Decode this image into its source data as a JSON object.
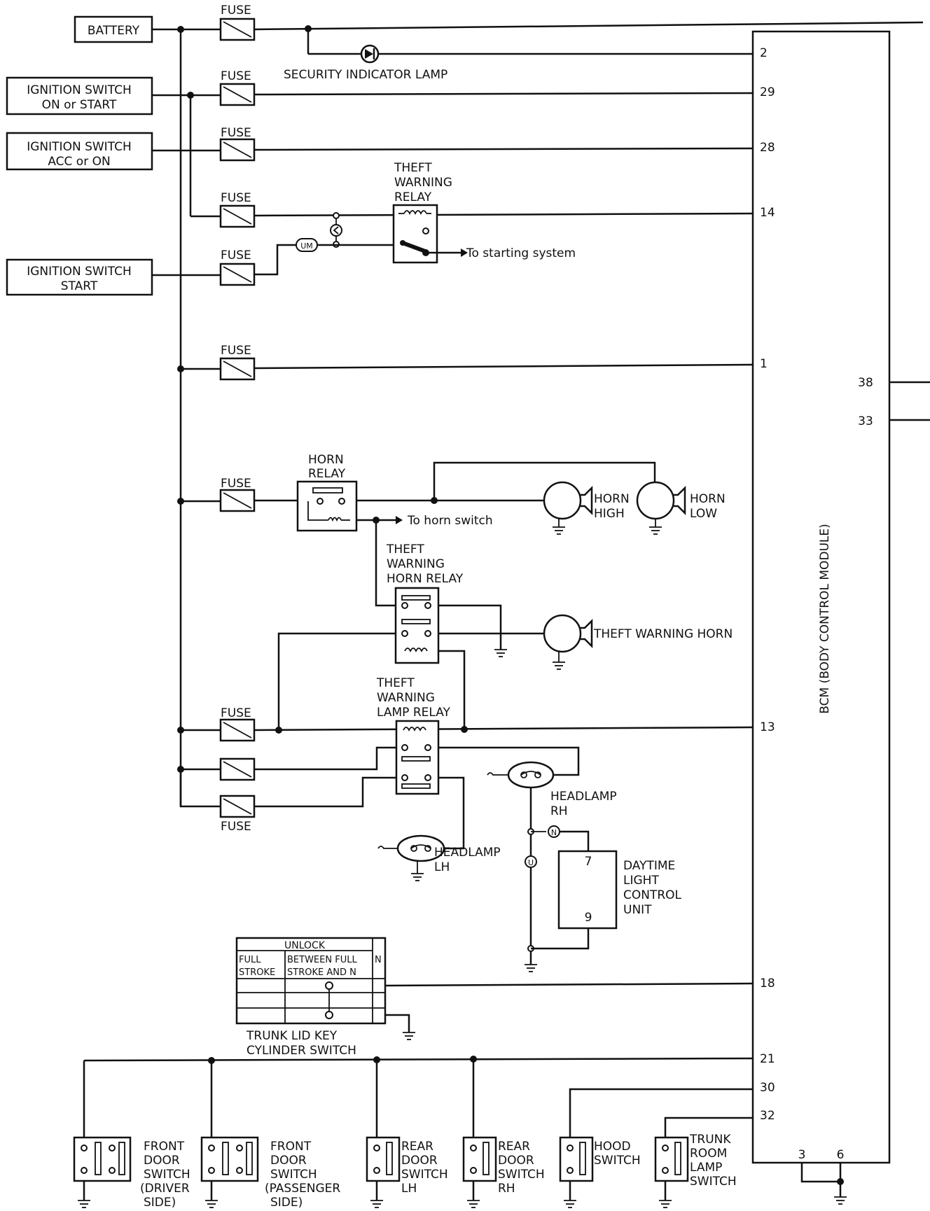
{
  "title": "",
  "sources": {
    "battery": "BATTERY",
    "ign_on_start_1": "IGNITION SWITCH",
    "ign_on_start_2": "ON or START",
    "ign_acc_on_1": "IGNITION SWITCH",
    "ign_acc_on_2": "ACC or ON",
    "ign_start_1": "IGNITION SWITCH",
    "ign_start_2": "START"
  },
  "fuse_label": "FUSE",
  "security_lamp": "SECURITY INDICATOR LAMP",
  "theft_warning_relay": [
    "THEFT",
    "WARNING",
    "RELAY"
  ],
  "to_starting_system": "To starting system",
  "horn_relay": [
    "HORN",
    "RELAY"
  ],
  "to_horn_switch": "To horn switch",
  "horn_high": [
    "HORN",
    "HIGH"
  ],
  "horn_low": [
    "HORN",
    "LOW"
  ],
  "theft_warning_horn_relay": [
    "THEFT",
    "WARNING",
    "HORN RELAY"
  ],
  "theft_warning_horn": "THEFT WARNING HORN",
  "theft_warning_lamp_relay": [
    "THEFT",
    "WARNING",
    "LAMP RELAY"
  ],
  "headlamp_rh": [
    "HEADLAMP",
    "RH"
  ],
  "headlamp_lh": [
    "HEADLAMP",
    "LH"
  ],
  "daytime_light": [
    "DAYTIME",
    "LIGHT",
    "CONTROL",
    "UNIT"
  ],
  "dlcu_pins": [
    "7",
    "9"
  ],
  "connector_codes": [
    "UM",
    "N",
    "U"
  ],
  "trunk_table": {
    "header": "UNLOCK",
    "col1": [
      "FULL",
      "STROKE"
    ],
    "col2": [
      "BETWEEN FULL",
      "STROKE AND N"
    ],
    "col3": "N"
  },
  "trunk_lid_switch": [
    "TRUNK LID KEY",
    "CYLINDER SWITCH"
  ],
  "bcm_label": "BCM (BODY CONTROL MODULE)",
  "bcm_pins": {
    "p2": "2",
    "p29": "29",
    "p28": "28",
    "p14": "14",
    "p1": "1",
    "p13": "13",
    "p18": "18",
    "p21": "21",
    "p30": "30",
    "p32": "32",
    "p38": "38",
    "p33": "33",
    "p3": "3",
    "p6": "6"
  },
  "switches": {
    "front_driver": [
      "FRONT",
      "DOOR",
      "SWITCH",
      "(DRIVER",
      "SIDE)"
    ],
    "front_passenger": [
      "FRONT",
      "DOOR",
      "SWITCH",
      "(PASSENGER",
      "SIDE)"
    ],
    "rear_lh": [
      "REAR",
      "DOOR",
      "SWITCH",
      "LH"
    ],
    "rear_rh": [
      "REAR",
      "DOOR",
      "SWITCH",
      "RH"
    ],
    "hood": [
      "HOOD",
      "SWITCH"
    ],
    "trunk_room": [
      "TRUNK",
      "ROOM",
      "LAMP",
      "SWITCH"
    ]
  }
}
